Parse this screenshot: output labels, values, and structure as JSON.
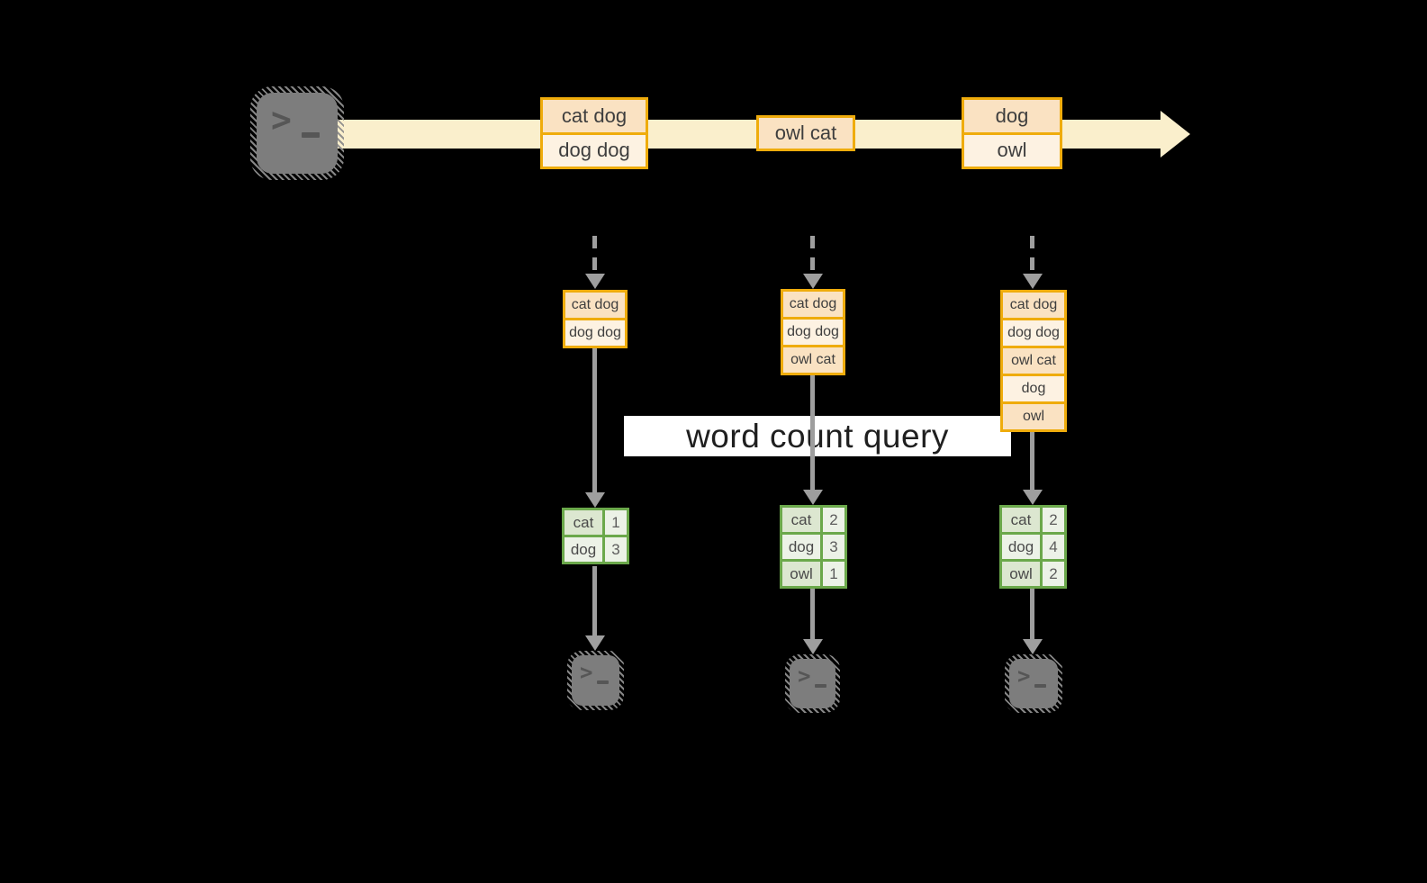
{
  "banner": {
    "label": "word count query"
  },
  "icons": {
    "terminal_prompt": ">"
  },
  "stream": {
    "source_icon": "terminal-icon",
    "batches": [
      {
        "rows": [
          "cat dog",
          "dog dog"
        ]
      },
      {
        "rows": [
          "owl cat"
        ]
      },
      {
        "rows": [
          "dog",
          "owl"
        ]
      }
    ]
  },
  "columns": [
    {
      "stack": [
        "cat dog",
        "dog dog"
      ],
      "table": {
        "rows": [
          {
            "word": "cat",
            "count": "1"
          },
          {
            "word": "dog",
            "count": "3"
          }
        ]
      }
    },
    {
      "stack": [
        "cat dog",
        "dog dog",
        "owl cat"
      ],
      "table": {
        "rows": [
          {
            "word": "cat",
            "count": "2"
          },
          {
            "word": "dog",
            "count": "3"
          },
          {
            "word": "owl",
            "count": "1"
          }
        ]
      }
    },
    {
      "stack": [
        "cat dog",
        "dog dog",
        "owl cat",
        "dog",
        "owl"
      ],
      "table": {
        "rows": [
          {
            "word": "cat",
            "count": "2"
          },
          {
            "word": "dog",
            "count": "4"
          },
          {
            "word": "owl",
            "count": "2"
          }
        ]
      }
    }
  ],
  "colors": {
    "background": "#000000",
    "stream_band": "#FAEFCC",
    "box_border": "#EFAC0C",
    "box_fill_dark": "#FAE2C2",
    "box_fill_light": "#FDF2E2",
    "table_border": "#6BA84B",
    "cell_dark": "#DCE7D0",
    "cell_light": "#ECF2E7",
    "arrow_gray": "#9E9E9E",
    "terminal_gray": "#7D7D7D",
    "banner_bg": "#FFFFFF"
  }
}
